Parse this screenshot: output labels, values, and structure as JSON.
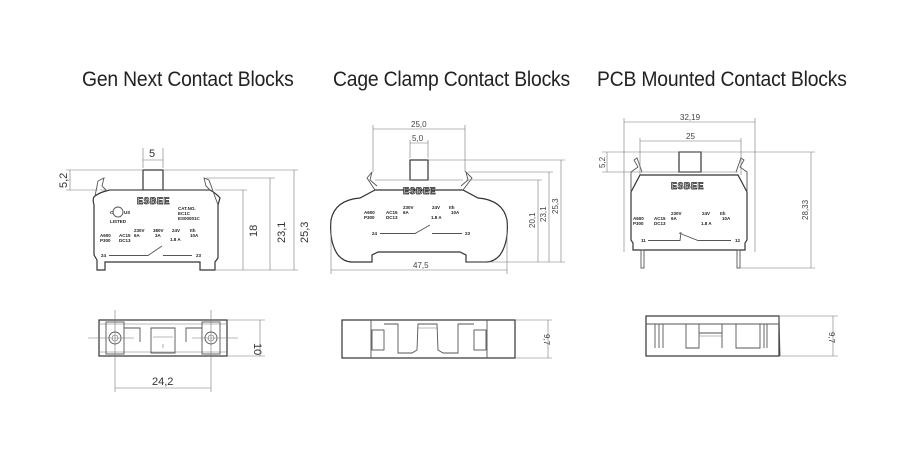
{
  "titles": {
    "gen_next": "Gen Next Contact Blocks",
    "cage_clamp": "Cage Clamp Contact Blocks",
    "pcb_mounted": "PCB Mounted Contact Blocks"
  },
  "gen_next": {
    "dims": {
      "actuator_width": "5",
      "actuator_height": "5,2",
      "body_height": "18",
      "height_mid": "23,1",
      "overall_height": "25,3",
      "screw_pitch": "24,2",
      "depth": "10"
    },
    "brand": "ESBEE",
    "labels": {
      "cat_no": "CAT.NO.",
      "model": "EC1C",
      "code": "ES00001C",
      "listed": "LISTED",
      "rating_a": "A600",
      "rating_p": "P300",
      "ac": "AC15",
      "dc": "DC13",
      "v1": "230V",
      "a1": "6A",
      "v2": "380V",
      "a2": "3A",
      "v3": "24V",
      "a3": "1.8 A",
      "v4": "Ith",
      "a4": "10A",
      "term_left": "24",
      "term_right": "23",
      "ul_c": "C",
      "ul_us": "US"
    }
  },
  "cage_clamp": {
    "dims": {
      "body_width": "25,0",
      "actuator_width": "5,0",
      "h1": "20,1",
      "h2": "23,1",
      "h3": "25,3",
      "overall_width": "47,5",
      "depth": "9,7"
    },
    "brand": "ESBEE",
    "labels": {
      "rating_a": "A600",
      "rating_p": "P300",
      "ac": "AC15",
      "dc": "DC13",
      "v1": "230V",
      "a1": "6A",
      "v3": "24V",
      "a3": "1.8 A",
      "v4": "Ith",
      "a4": "10A",
      "term_left": "24",
      "term_right": "23"
    }
  },
  "pcb_mounted": {
    "dims": {
      "overall_width": "32,19",
      "body_width": "25",
      "actuator_height": "5,2",
      "overall_height": "28,33",
      "depth": "9,7"
    },
    "brand": "ESBEE",
    "labels": {
      "rating_a": "A600",
      "rating_p": "P300",
      "ac": "AC15",
      "dc": "DC13",
      "v1": "230V",
      "a1": "6A",
      "v3": "24V",
      "a3": "1.8 A",
      "v4": "Ith",
      "a4": "10A",
      "term_left": "11",
      "term_right": "12"
    }
  }
}
